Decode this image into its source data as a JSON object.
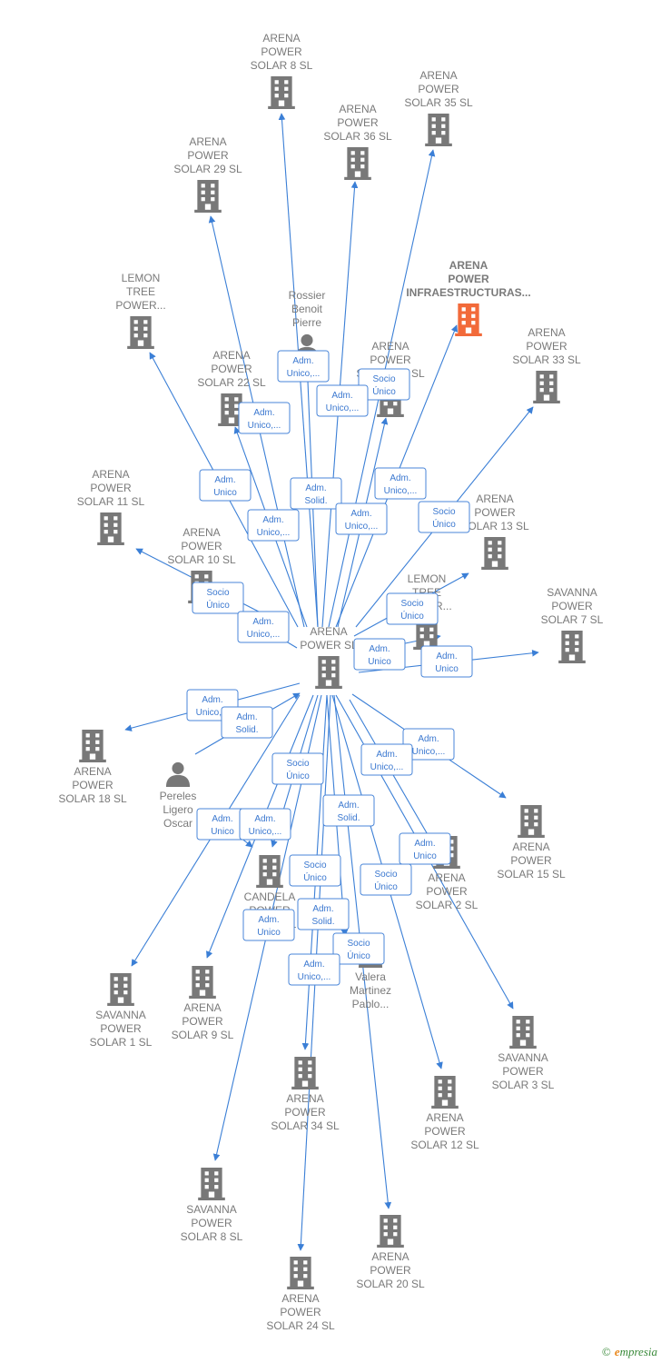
{
  "colors": {
    "edge": "#3b7fd6",
    "node": "#787878",
    "highlight": "#f26a3a",
    "person": "#787878"
  },
  "center": {
    "id": "center",
    "label": [
      "ARENA",
      "POWER SL"
    ]
  },
  "nodes": [
    {
      "id": "s8",
      "kind": "company",
      "label": [
        "ARENA",
        "POWER",
        "SOLAR 8  SL"
      ]
    },
    {
      "id": "s35",
      "kind": "company",
      "label": [
        "ARENA",
        "POWER",
        "SOLAR 35  SL"
      ]
    },
    {
      "id": "s36",
      "kind": "company",
      "label": [
        "ARENA",
        "POWER",
        "SOLAR 36  SL"
      ]
    },
    {
      "id": "s29",
      "kind": "company",
      "label": [
        "ARENA",
        "POWER",
        "SOLAR 29  SL"
      ]
    },
    {
      "id": "infra",
      "kind": "company",
      "highlight": true,
      "label": [
        "ARENA",
        "POWER",
        "INFRAESTRUCTURAS..."
      ]
    },
    {
      "id": "lemon1",
      "kind": "company",
      "label": [
        "LEMON",
        "TREE",
        "POWER..."
      ]
    },
    {
      "id": "rossier",
      "kind": "person",
      "label": [
        "Rossier",
        "Benoit",
        "Pierre"
      ]
    },
    {
      "id": "s33",
      "kind": "company",
      "label": [
        "ARENA",
        "POWER",
        "SOLAR 33  SL"
      ]
    },
    {
      "id": "s22",
      "kind": "company",
      "label": [
        "ARENA",
        "POWER",
        "SOLAR 22  SL"
      ]
    },
    {
      "id": "sX",
      "kind": "company",
      "label": [
        "ARENA",
        "POWER",
        "SOLAR __ SL"
      ]
    },
    {
      "id": "s11",
      "kind": "company",
      "label": [
        "ARENA",
        "POWER",
        "SOLAR 11  SL"
      ]
    },
    {
      "id": "s13",
      "kind": "company",
      "label": [
        "ARENA",
        "POWER",
        "SOLAR 13  SL"
      ]
    },
    {
      "id": "s10",
      "kind": "company",
      "label": [
        "ARENA",
        "POWER",
        "SOLAR 10  SL"
      ]
    },
    {
      "id": "lemon2",
      "kind": "company",
      "label": [
        "LEMON",
        "TREE",
        "POWER..."
      ]
    },
    {
      "id": "sav7",
      "kind": "company",
      "label": [
        "SAVANNA",
        "POWER",
        "SOLAR 7  SL"
      ]
    },
    {
      "id": "s18",
      "kind": "company",
      "label": [
        "ARENA",
        "POWER",
        "SOLAR 18  SL"
      ]
    },
    {
      "id": "pereles",
      "kind": "person",
      "label": [
        "Pereles",
        "Ligero",
        "Oscar"
      ]
    },
    {
      "id": "s15",
      "kind": "company",
      "label": [
        "ARENA",
        "POWER",
        "SOLAR 15  SL"
      ]
    },
    {
      "id": "candela",
      "kind": "company",
      "label": [
        "CANDELA",
        "POWER",
        "SOLAR SL"
      ]
    },
    {
      "id": "s2",
      "kind": "company",
      "label": [
        "ARENA",
        "POWER",
        "SOLAR 2  SL"
      ]
    },
    {
      "id": "valera",
      "kind": "person",
      "label": [
        "Valera",
        "Martinez",
        "Pablo..."
      ]
    },
    {
      "id": "sav1",
      "kind": "company",
      "label": [
        "SAVANNA",
        "POWER",
        "SOLAR 1  SL"
      ]
    },
    {
      "id": "s9",
      "kind": "company",
      "label": [
        "ARENA",
        "POWER",
        "SOLAR 9  SL"
      ]
    },
    {
      "id": "sav3",
      "kind": "company",
      "label": [
        "SAVANNA",
        "POWER",
        "SOLAR 3  SL"
      ]
    },
    {
      "id": "s34",
      "kind": "company",
      "label": [
        "ARENA",
        "POWER",
        "SOLAR 34  SL"
      ]
    },
    {
      "id": "s12",
      "kind": "company",
      "label": [
        "ARENA",
        "POWER",
        "SOLAR 12  SL"
      ]
    },
    {
      "id": "sav8",
      "kind": "company",
      "label": [
        "SAVANNA",
        "POWER",
        "SOLAR 8  SL"
      ]
    },
    {
      "id": "s20",
      "kind": "company",
      "label": [
        "ARENA",
        "POWER",
        "SOLAR 20  SL"
      ]
    },
    {
      "id": "s24",
      "kind": "company",
      "label": [
        "ARENA",
        "POWER",
        "SOLAR 24  SL"
      ]
    }
  ],
  "relations": [
    {
      "id": "r1",
      "label": [
        "Adm.",
        "Unico,..."
      ]
    },
    {
      "id": "r2",
      "label": [
        "Adm.",
        "Unico,..."
      ]
    },
    {
      "id": "r3",
      "label": [
        "Socio",
        "Único"
      ]
    },
    {
      "id": "r4",
      "label": [
        "Adm.",
        "Unico,..."
      ]
    },
    {
      "id": "r5",
      "label": [
        "Adm.",
        "Unico"
      ]
    },
    {
      "id": "r6",
      "label": [
        "Adm.",
        "Solid."
      ]
    },
    {
      "id": "r7",
      "label": [
        "Adm.",
        "Unico,..."
      ]
    },
    {
      "id": "r8",
      "label": [
        "Socio",
        "Único"
      ]
    },
    {
      "id": "r9",
      "label": [
        "Adm.",
        "Unico,..."
      ]
    },
    {
      "id": "r10",
      "label": [
        "Adm.",
        "Unico,..."
      ]
    },
    {
      "id": "r11",
      "label": [
        "Socio",
        "Único"
      ]
    },
    {
      "id": "r12",
      "label": [
        "Adm.",
        "Unico,..."
      ]
    },
    {
      "id": "r13",
      "label": [
        "Socio",
        "Único"
      ]
    },
    {
      "id": "r14",
      "label": [
        "Adm.",
        "Unico"
      ]
    },
    {
      "id": "r15",
      "label": [
        "Adm.",
        "Unico"
      ]
    },
    {
      "id": "r16",
      "label": [
        "Adm.",
        "Unico,..."
      ]
    },
    {
      "id": "r17",
      "label": [
        "Adm.",
        "Solid."
      ]
    },
    {
      "id": "r18",
      "label": [
        "Adm.",
        "Unico,..."
      ]
    },
    {
      "id": "r19",
      "label": [
        "Adm.",
        "Unico,..."
      ]
    },
    {
      "id": "r20",
      "label": [
        "Socio",
        "Único"
      ]
    },
    {
      "id": "r21",
      "label": [
        "Adm.",
        "Unico"
      ]
    },
    {
      "id": "r22",
      "label": [
        "Adm.",
        "Unico,..."
      ]
    },
    {
      "id": "r23",
      "label": [
        "Adm.",
        "Solid."
      ]
    },
    {
      "id": "r24",
      "label": [
        "Adm.",
        "Unico"
      ]
    },
    {
      "id": "r25",
      "label": [
        "Socio",
        "Único"
      ]
    },
    {
      "id": "r26",
      "label": [
        "Socio",
        "Único"
      ]
    },
    {
      "id": "r27",
      "label": [
        "Adm.",
        "Unico"
      ]
    },
    {
      "id": "r28",
      "label": [
        "Adm.",
        "Solid."
      ]
    },
    {
      "id": "r29",
      "label": [
        "Socio",
        "Único"
      ]
    },
    {
      "id": "r30",
      "label": [
        "Adm.",
        "Unico,..."
      ]
    }
  ],
  "footer": {
    "copyright_symbol": "©",
    "brand_first": "e",
    "brand_rest": "mpresia"
  }
}
